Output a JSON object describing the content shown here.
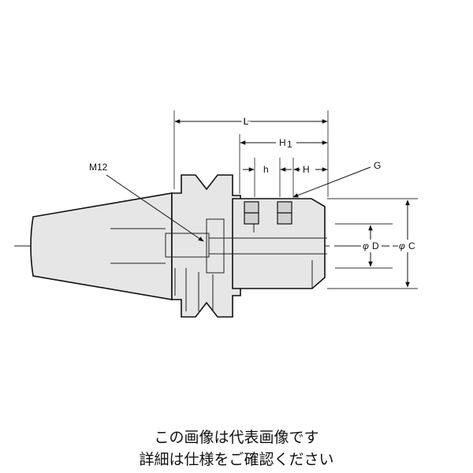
{
  "labels": {
    "L": "L",
    "H1": "H",
    "H1_sub": "1",
    "h": "h",
    "H": "H",
    "G": "G",
    "M12": "M12",
    "phi": "φ",
    "D": "D",
    "C": "C"
  },
  "caption": {
    "line1": "この画像は代表画像です",
    "line2": "詳細は仕様をご確認ください"
  }
}
